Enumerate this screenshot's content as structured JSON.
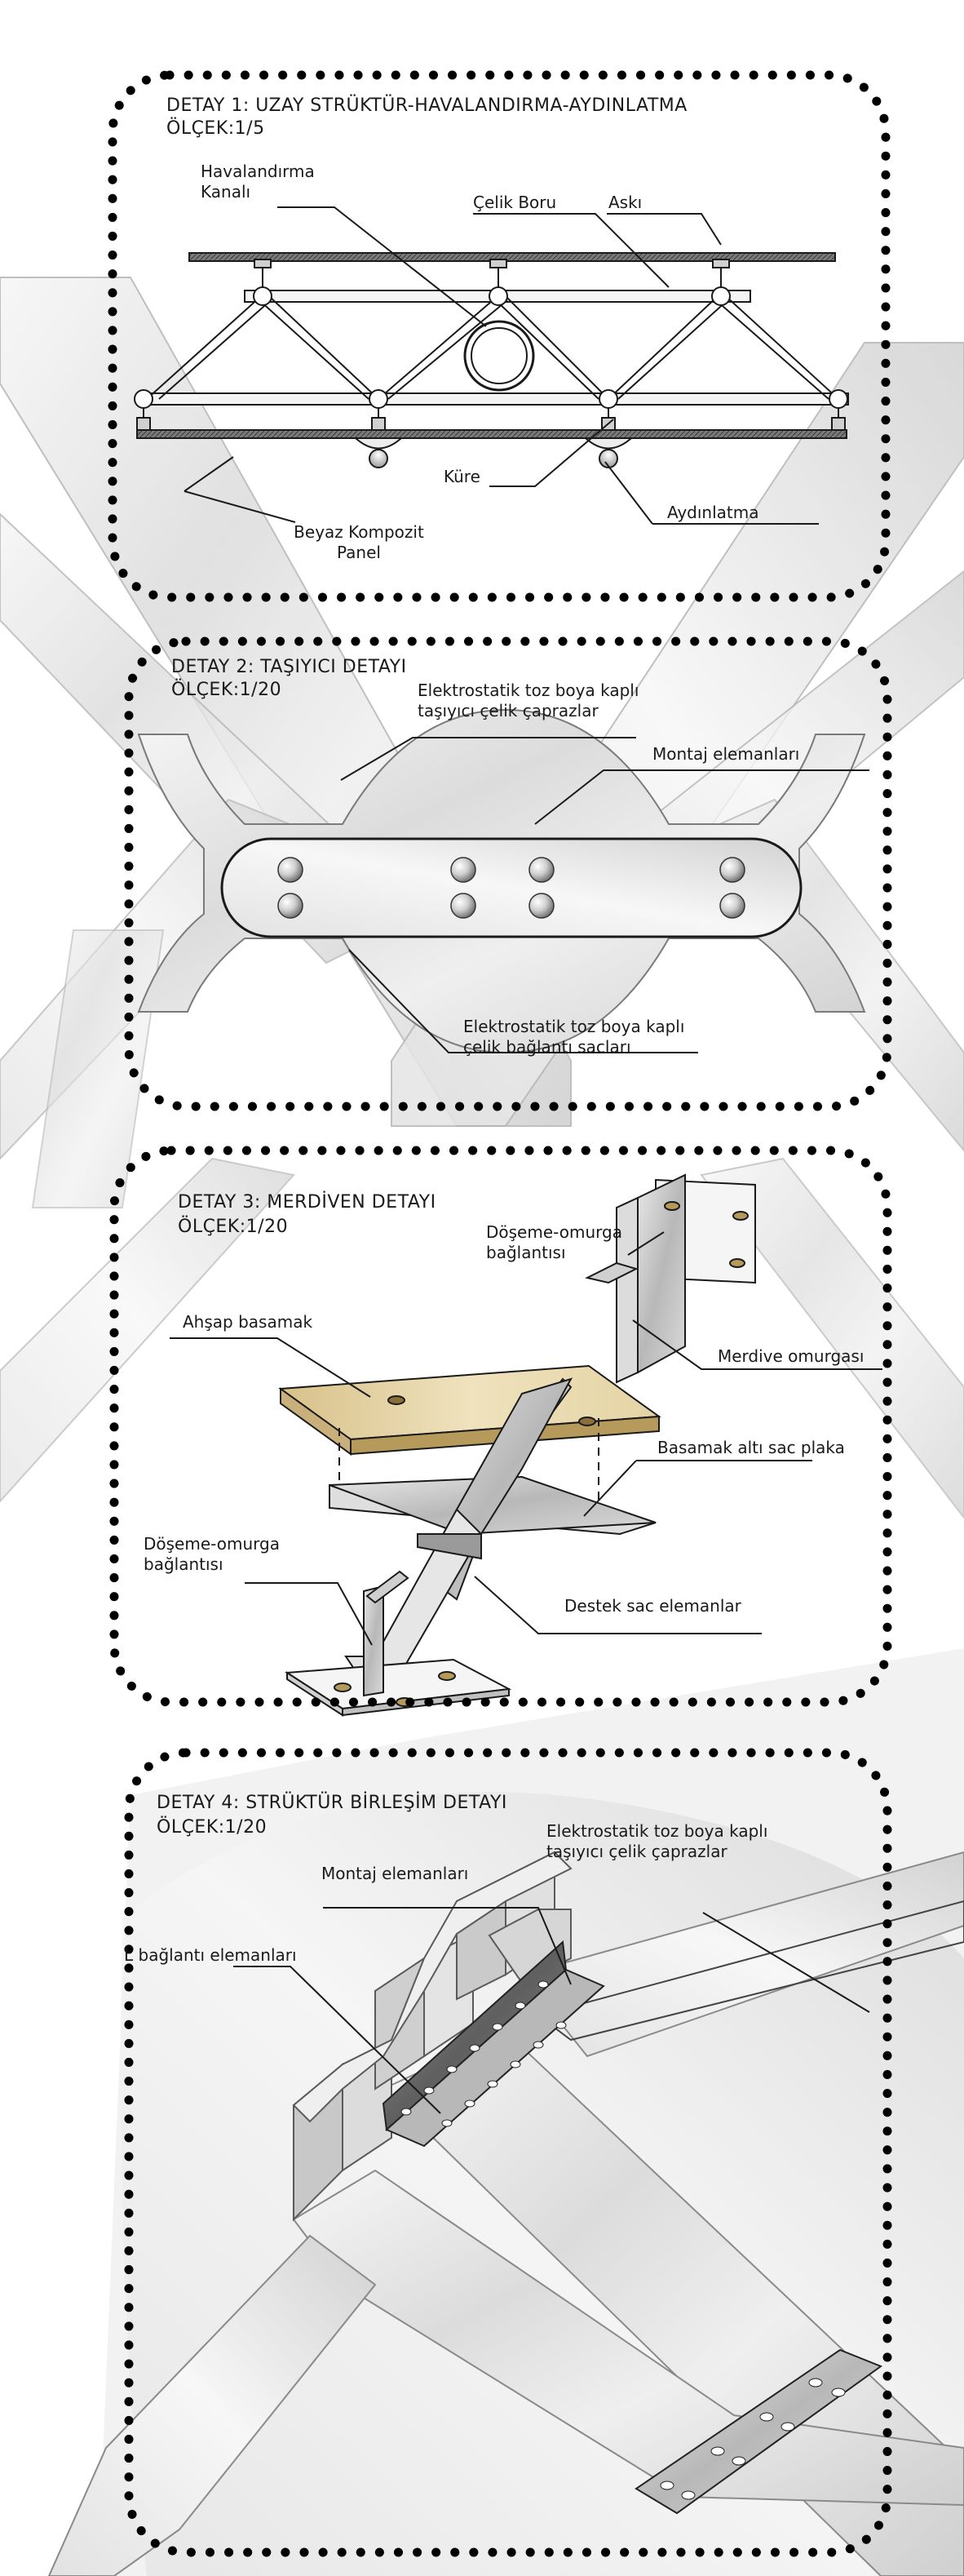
{
  "detail1": {
    "title": "DETAY 1: UZAY STRÜKTÜR-HAVALANDIRMA-AYDINLATMA",
    "scale": "ÖLÇEK:1/5",
    "labels": {
      "duct": "Havalandırma\nKanalı",
      "steel_pipe": "Çelik Boru",
      "hanger": "Askı",
      "sphere": "Küre",
      "lighting": "Aydınlatma",
      "panel": "Beyaz Kompozit\nPanel"
    }
  },
  "detail2": {
    "title": "DETAY 2: TAŞIYICI DETAYI",
    "scale": "ÖLÇEK:1/20",
    "labels": {
      "braces": "Elektrostatik toz boya kaplı\ntaşıyıcı çelik çaprazlar",
      "mounting": "Montaj elemanları",
      "plates": "Elektrostatik toz boya kaplı\nçelik bağlantı sacları"
    }
  },
  "detail3": {
    "title": "DETAY 3: MERDİVEN DETAYI",
    "scale": "ÖLÇEK:1/20",
    "labels": {
      "floor_conn_top": "Döşeme-omurga\nbağlantısı",
      "stair_spine": "Merdive omurgası",
      "wooden_step": "Ahşap basamak",
      "under_plate": "Basamak altı sac plaka",
      "floor_conn_bottom": "Döşeme-omurga\nbağlantısı",
      "support_plates": "Destek sac elemanlar"
    }
  },
  "detail4": {
    "title": "DETAY 4: STRÜKTÜR BİRLEŞİM DETAYI",
    "scale": "ÖLÇEK:1/20",
    "labels": {
      "braces": "Elektrostatik toz boya kaplı\ntaşıyıcı çelik çaprazlar",
      "mounting": "Montaj elemanları",
      "l_connectors": "L bağlantı elemanları"
    }
  },
  "colors": {
    "line": "#1a1a1a",
    "marble_light": "#f3f3f3",
    "marble_mid": "#d9d9d9",
    "marble_dark": "#bdbdbd",
    "wood": "#e4d3a5",
    "wood_dark": "#b59a5c",
    "bolt": "#d6d6d6"
  }
}
